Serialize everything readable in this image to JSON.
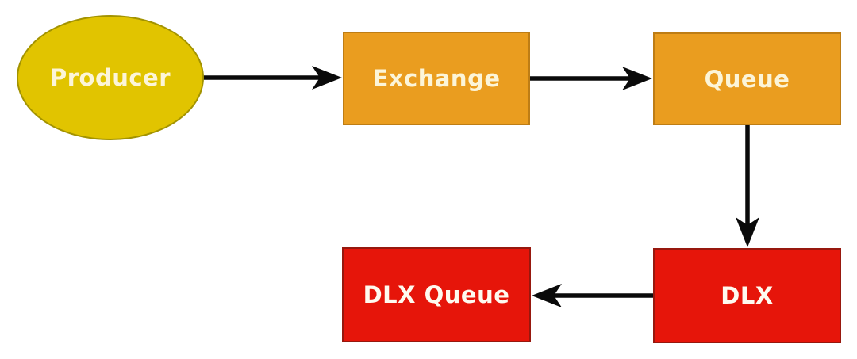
{
  "diagram": {
    "type": "flow-diagram",
    "background": "#FFFFFF"
  },
  "nodes": {
    "producer": {
      "label": "Producer",
      "shape": "ellipse",
      "fill": "#E1C400",
      "border": "#A39300",
      "text_color": "#FCF5D8"
    },
    "exchange": {
      "label": "Exchange",
      "shape": "rectangle",
      "fill": "#EA9D1F",
      "border": "#BE7D15",
      "text_color": "#FCF5D8"
    },
    "queue": {
      "label": "Queue",
      "shape": "rectangle",
      "fill": "#EA9D1F",
      "border": "#BE7D15",
      "text_color": "#FCF5D8"
    },
    "dlx": {
      "label": "DLX",
      "shape": "rectangle",
      "fill": "#E6150A",
      "border": "#97180E",
      "text_color": "#FEFAF0"
    },
    "dlx_queue": {
      "label": "DLX Queue",
      "shape": "rectangle",
      "fill": "#E6150A",
      "border": "#97180E",
      "text_color": "#FEFAF0"
    }
  },
  "edges": [
    {
      "from": "producer",
      "to": "exchange",
      "direction": "right"
    },
    {
      "from": "exchange",
      "to": "queue",
      "direction": "right"
    },
    {
      "from": "queue",
      "to": "dlx",
      "direction": "down"
    },
    {
      "from": "dlx",
      "to": "dlx_queue",
      "direction": "left"
    }
  ],
  "colors": {
    "arrow": "#0A0A0A",
    "background": "#FFFFFF"
  }
}
